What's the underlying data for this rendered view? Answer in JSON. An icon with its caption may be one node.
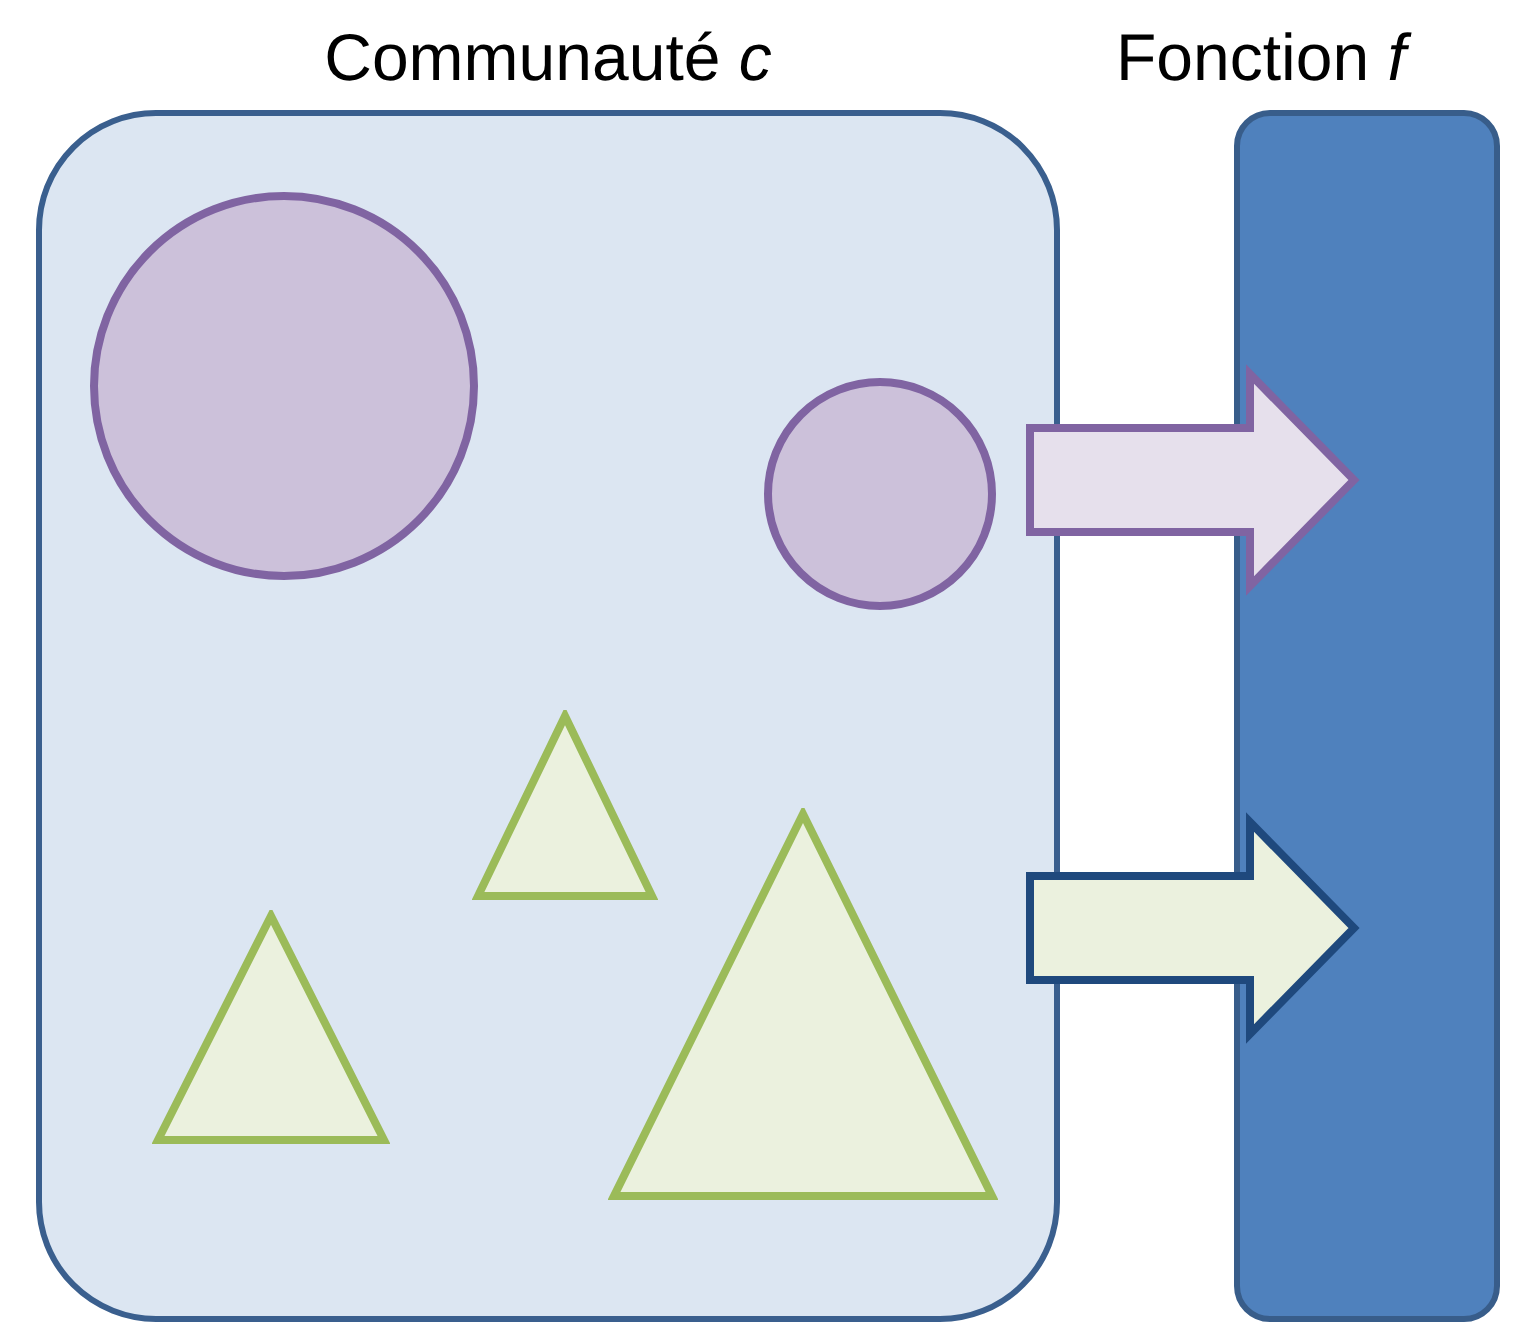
{
  "diagram": {
    "nodes": [
      {
        "text": [
          "Communauté *c*"
        ]
      },
      {
        "text": [
          "Fonction *f*"
        ]
      },
      {
        "text": [],
        "shape": "circle",
        "in": 0
      },
      {
        "text": [],
        "shape": "circle",
        "in": 0
      },
      {
        "text": [],
        "shape": "triangle",
        "in": 0
      },
      {
        "text": [],
        "shape": "triangle",
        "in": 0
      },
      {
        "text": [],
        "shape": "triangle",
        "in": 0
      }
    ],
    "edges": [
      {
        "from": 0,
        "to": 1,
        "arrow": "to",
        "style": "thick",
        "color": "#8064a2"
      },
      {
        "from": 0,
        "to": 1,
        "arrow": "to",
        "style": "thick",
        "color": "#1f497d"
      }
    ]
  }
}
